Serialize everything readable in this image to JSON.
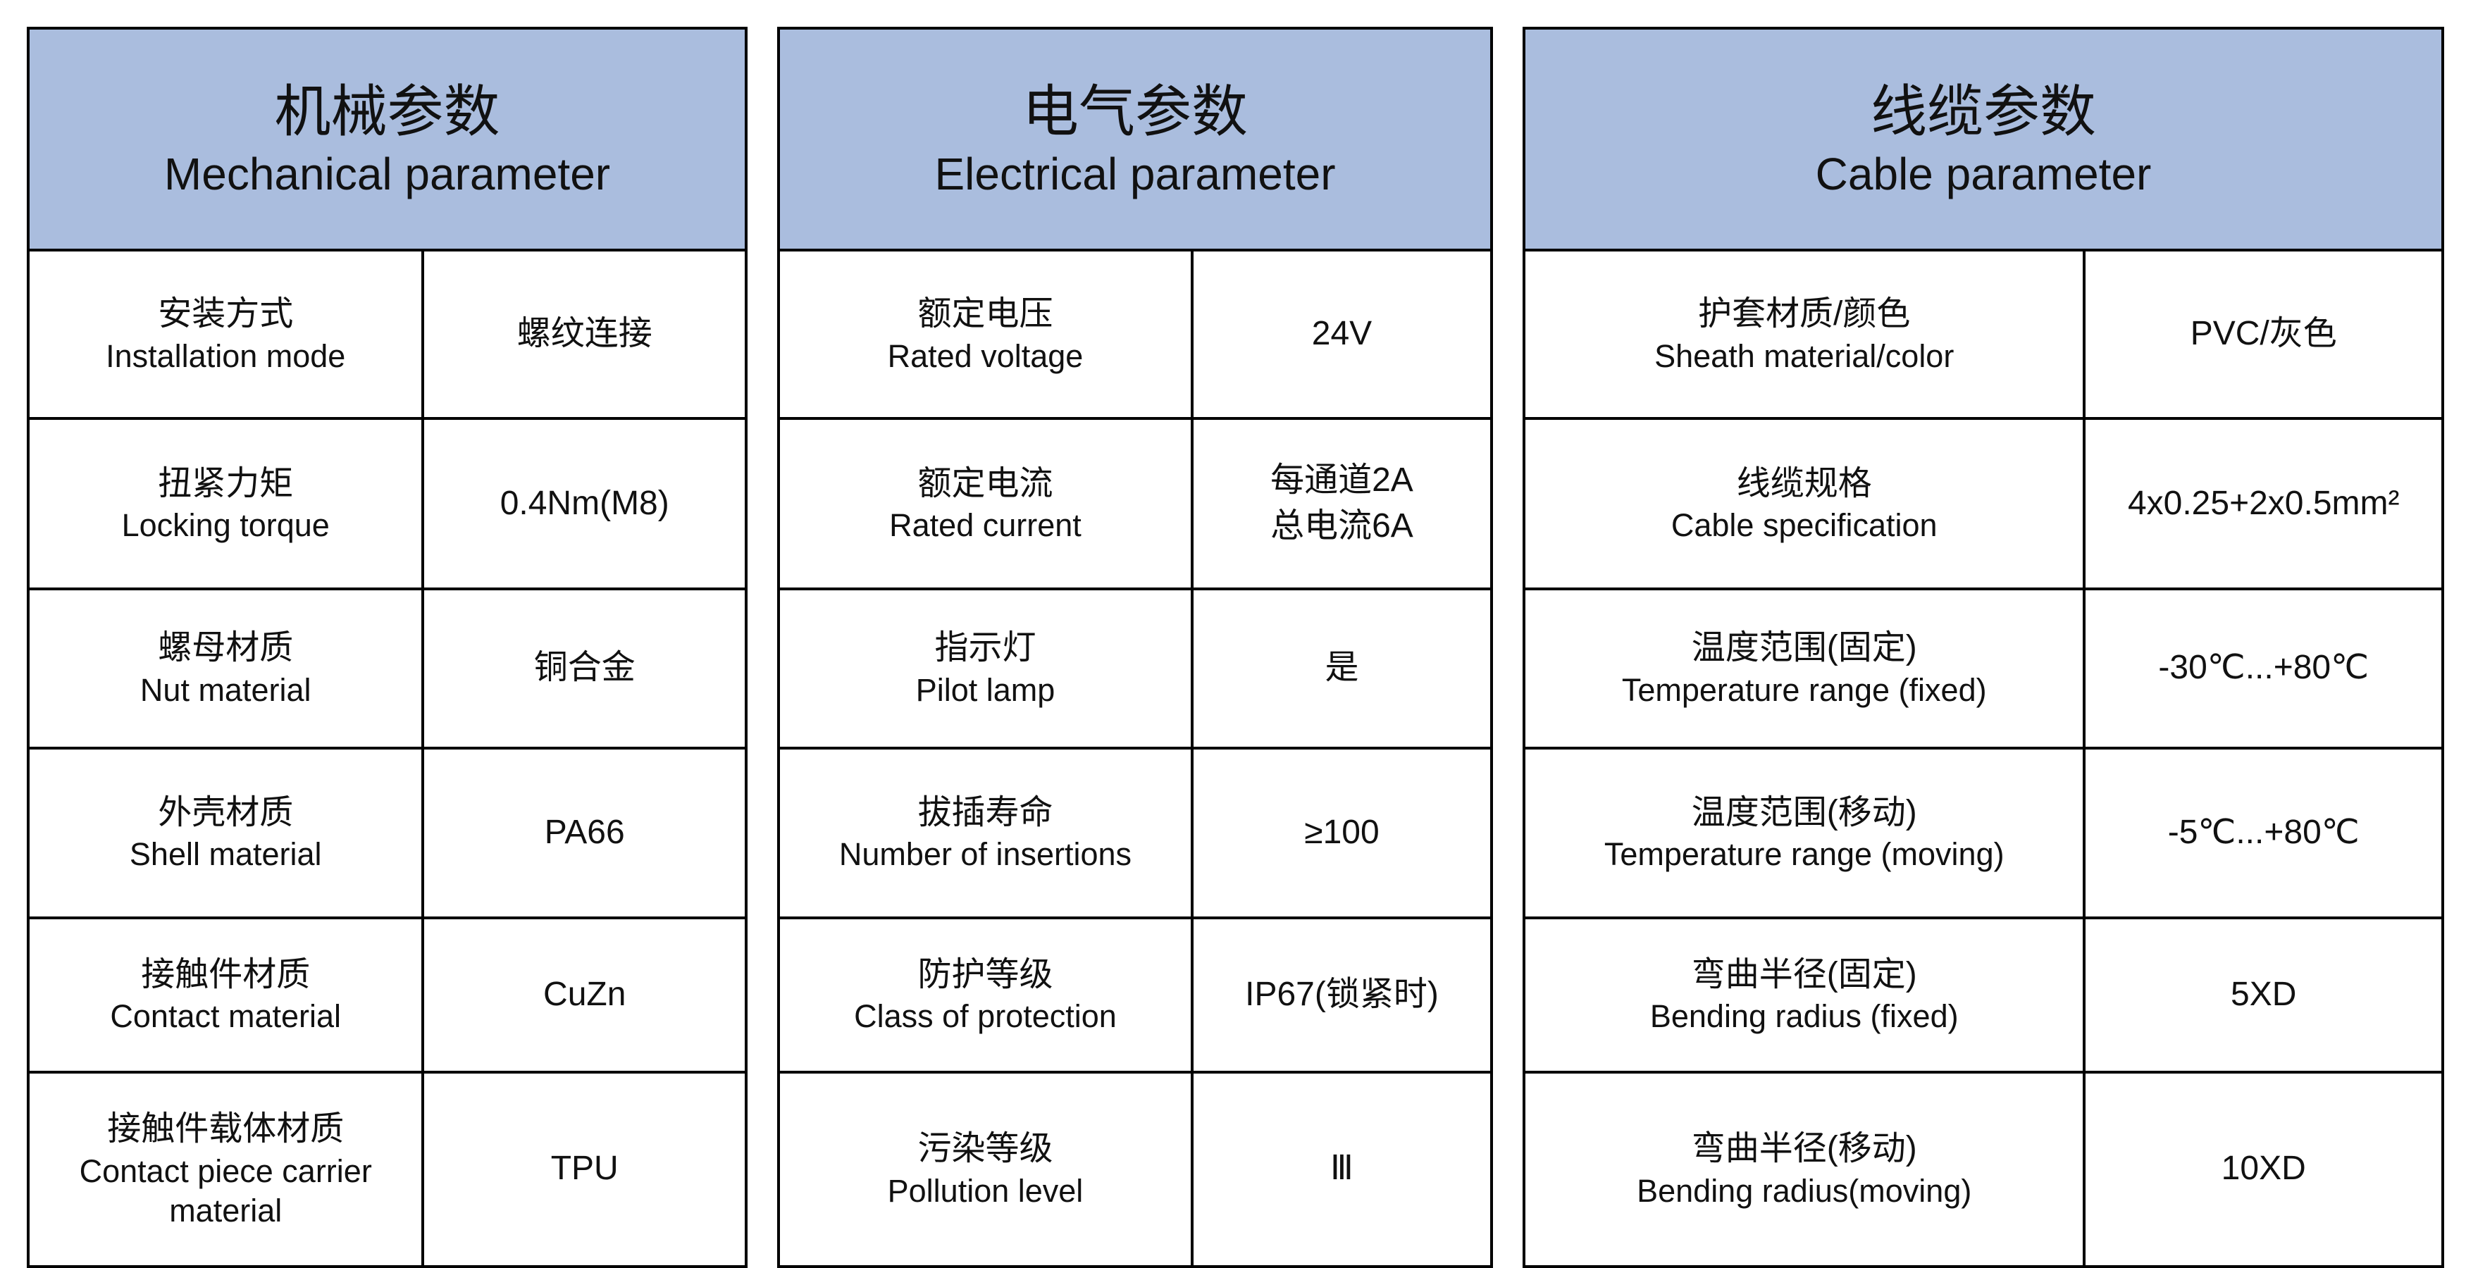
{
  "tables": [
    {
      "title_zh": "机械参数",
      "title_en": "Mechanical parameter",
      "rows": [
        {
          "label_zh": "安装方式",
          "label_en": "Installation mode",
          "value": "螺纹连接"
        },
        {
          "label_zh": "扭紧力矩",
          "label_en": "Locking torque",
          "value": "0.4Nm(M8)"
        },
        {
          "label_zh": "螺母材质",
          "label_en": "Nut material",
          "value": "铜合金"
        },
        {
          "label_zh": "外壳材质",
          "label_en": "Shell material",
          "value": "PA66"
        },
        {
          "label_zh": "接触件材质",
          "label_en": "Contact material",
          "value": "CuZn"
        },
        {
          "label_zh": "接触件载体材质",
          "label_en": "Contact piece carrier material",
          "value": "TPU"
        }
      ]
    },
    {
      "title_zh": "电气参数",
      "title_en": "Electrical parameter",
      "rows": [
        {
          "label_zh": "额定电压",
          "label_en": "Rated voltage",
          "value": "24V"
        },
        {
          "label_zh": "额定电流",
          "label_en": "Rated current",
          "value": "每通道2A\n总电流6A"
        },
        {
          "label_zh": "指示灯",
          "label_en": "Pilot lamp",
          "value": "是"
        },
        {
          "label_zh": "拔插寿命",
          "label_en": "Number of insertions",
          "value": "≥100"
        },
        {
          "label_zh": "防护等级",
          "label_en": "Class of protection",
          "value": "IP67(锁紧时)"
        },
        {
          "label_zh": "污染等级",
          "label_en": "Pollution level",
          "value": "Ⅲ"
        }
      ]
    },
    {
      "title_zh": "线缆参数",
      "title_en": "Cable parameter",
      "rows": [
        {
          "label_zh": "护套材质/颜色",
          "label_en": "Sheath material/color",
          "value": "PVC/灰色"
        },
        {
          "label_zh": "线缆规格",
          "label_en": "Cable specification",
          "value": "4x0.25+2x0.5mm²"
        },
        {
          "label_zh": "温度范围(固定)",
          "label_en": "Temperature range (fixed)",
          "value": "-30℃...+80℃"
        },
        {
          "label_zh": "温度范围(移动)",
          "label_en": "Temperature range (moving)",
          "value": "-5℃...+80℃"
        },
        {
          "label_zh": "弯曲半径(固定)",
          "label_en": "Bending radius (fixed)",
          "value": "5XD"
        },
        {
          "label_zh": "弯曲半径(移动)",
          "label_en": "Bending radius(moving)",
          "value": "10XD"
        }
      ]
    }
  ],
  "colors": {
    "header_bg": "#aabdde",
    "border": "#000000"
  }
}
